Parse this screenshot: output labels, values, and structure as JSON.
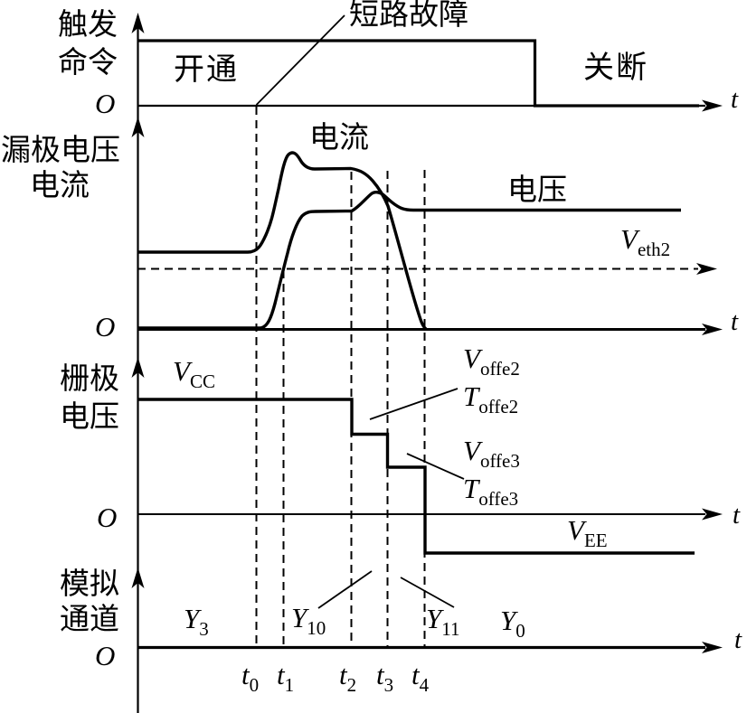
{
  "colors": {
    "line": "#000000",
    "background": "#ffffff"
  },
  "panel1": {
    "axis_label_line1": "触发",
    "axis_label_line2": "命令",
    "on_label": "开通",
    "fault_label": "短路故障",
    "off_label": "关断",
    "origin": "O",
    "time_label": "t"
  },
  "panel2": {
    "axis_label_line1": "漏极电压",
    "axis_label_line2": "电流",
    "current_label": "电流",
    "voltage_label": "电压",
    "veth2": {
      "main": "V",
      "sub": "eth2"
    },
    "origin": "O",
    "time_label": "t"
  },
  "panel3": {
    "axis_label_line1": "栅极",
    "axis_label_line2": "电压",
    "vcc": {
      "main": "V",
      "sub": "CC"
    },
    "voffe2": {
      "main": "V",
      "sub": "offe2"
    },
    "toffe2": {
      "main": "T",
      "sub": "offe2"
    },
    "voffe3": {
      "main": "V",
      "sub": "offe3"
    },
    "toffe3": {
      "main": "T",
      "sub": "offe3"
    },
    "vee": {
      "main": "V",
      "sub": "EE"
    },
    "origin": "O",
    "time_label": "t"
  },
  "panel4": {
    "axis_label_line1": "模拟",
    "axis_label_line2": "通道",
    "y3": {
      "main": "Y",
      "sub": "3"
    },
    "y10": {
      "main": "Y",
      "sub": "10"
    },
    "y11": {
      "main": "Y",
      "sub": "11"
    },
    "y0": {
      "main": "Y",
      "sub": "0"
    },
    "t0": {
      "main": "t",
      "sub": "0"
    },
    "t1": {
      "main": "t",
      "sub": "1"
    },
    "t2": {
      "main": "t",
      "sub": "2"
    },
    "t3": {
      "main": "t",
      "sub": "3"
    },
    "t4": {
      "main": "t",
      "sub": "4"
    },
    "origin": "O",
    "time_label": "t"
  }
}
